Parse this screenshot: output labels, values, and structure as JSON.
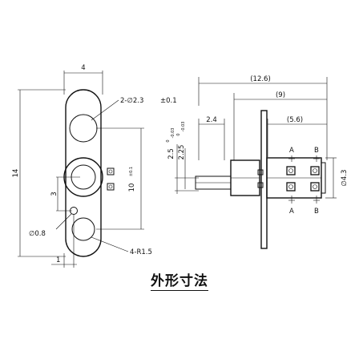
{
  "front_view": {
    "width_dim": "4",
    "height_dim": "14",
    "hole_note": "2-∅2.3",
    "hole_tol": "±0.1",
    "pitch_dim": "10",
    "pitch_tol": "±0.1",
    "offset_dim": "3",
    "small_hole_dim": "∅0.8",
    "edge_dim": "1",
    "radius_note": "4-R1.5"
  },
  "side_view": {
    "overall_dim": "(12.6)",
    "body_dim": "(9)",
    "pin_dim": "2.4",
    "rear_dim": "(5.6)",
    "pin_width_1": "2.5",
    "pin_width_1_tol_top": "0",
    "pin_width_1_tol_bot": "-0.03",
    "pin_width_2": "2.25",
    "pin_width_2_tol_top": "0",
    "pin_width_2_tol_bot": "-0.03",
    "diameter_dim": "∅4.3",
    "section_a": "A",
    "section_b": "B"
  },
  "caption": "外形寸法"
}
